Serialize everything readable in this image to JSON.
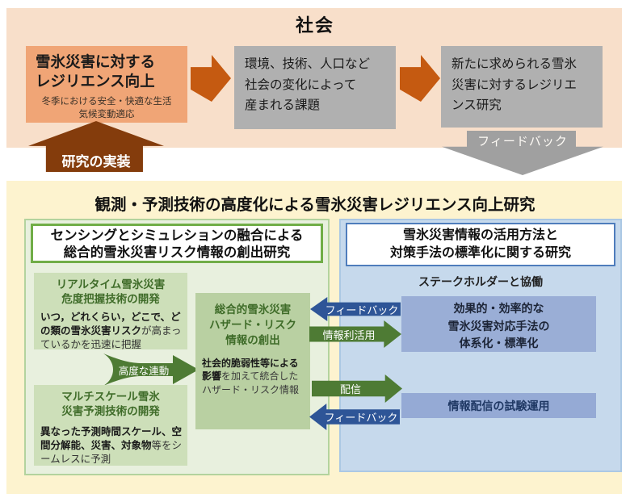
{
  "colors": {
    "peach_bg": "#f8dfca",
    "orange_box": "#f0a576",
    "orange_arrow": "#c55a11",
    "brown_arrow": "#843c0c",
    "gray_box": "#b0b0b0",
    "gray_arrow": "#a0a0a0",
    "yellow_bg": "#fdf3cf",
    "green_panel": "#e8f0de",
    "green_inner_box": "#cddfb9",
    "green_center_box": "#b9d0a2",
    "green_title_text": "#3f6c29",
    "green_arrow": "#4e7b34",
    "green_header_border": "#70ad47",
    "blue_panel": "#c6d9ec",
    "blue_header_border": "#4f7dbc",
    "blue_inner_box": "#9aaed6",
    "navy_text": "#1f3864",
    "blue_arrow": "#2e5597"
  },
  "society": {
    "title": "社会",
    "resilience_box": {
      "line1": "雪氷災害に対する",
      "line2": "レジリエンス向上",
      "sub1": "冬季における安全・快適な生活",
      "sub2": "気候変動適応"
    },
    "issues_box": {
      "line1": "環境、技術、人口など",
      "line2": "社会の変化によって",
      "line3": "産まれる課題"
    },
    "research_box": {
      "line1": "新たに求められる雪氷",
      "line2": "災害に対するレジリエ",
      "line3": "ンス研究"
    },
    "implementation_arrow_label": "研究の実装",
    "feedback_arrow_label": "フィードバック"
  },
  "research": {
    "title": "観測・予測技術の高度化による雪氷災害レジリエンス向上研究",
    "sensing": {
      "header_line1": "センシングとシミュレションの融合による",
      "header_line2": "総合的雪氷災害リスク情報の創出研究",
      "realtime_box": {
        "title_line1": "リアルタイム雪氷災害",
        "title_line2": "危度把握技術の開発",
        "body_bold": "いつ，どれくらい，どこで、どの類の雪氷災害リスク",
        "body_rest": "が高まっているかを迅速に把握"
      },
      "link_arrow_label": "高度な連動",
      "multiscale_box": {
        "title_line1": "マルチスケール雪氷",
        "title_line2": "災害予測技術の開発",
        "body_bold": "異なった予測時間スケール、空間分解能、災害、対象物",
        "body_rest": "等をシームレスに予測"
      },
      "hazard_box": {
        "title_line1": "総合的雪氷災害",
        "title_line2": "ハザード・リスク",
        "title_line3": "情報の創出",
        "body_bold": "社会的脆弱性等による影響",
        "body_rest": "を加えて統合したハザード・リスク情報"
      }
    },
    "standardization": {
      "header_line1": "雪氷災害情報の活用方法と",
      "header_line2": "対策手法の標準化に関する研究",
      "stakeholder_label": "ステークホルダーと協働",
      "systematize_box": {
        "line1": "効果的・効率的な",
        "line2": "雪氷災害対応手法の",
        "line3": "体系化・標準化"
      },
      "trial_box_label": "情報配信の試験運用"
    },
    "arrows": {
      "feedback_top": "フィードバック",
      "info_use": "情報利活用",
      "delivery": "配信",
      "feedback_bottom": "フィードバック"
    }
  }
}
